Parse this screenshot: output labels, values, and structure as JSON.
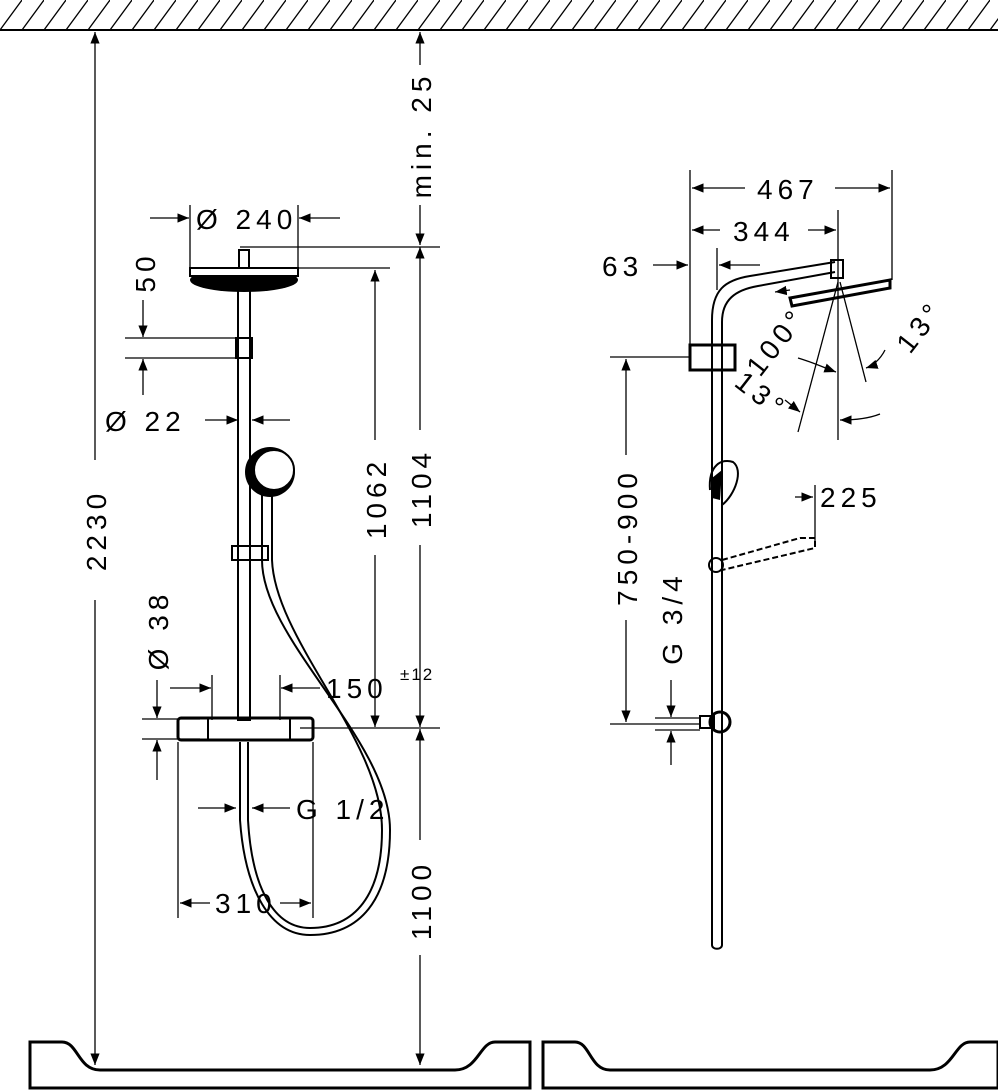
{
  "title": "Shower system dimension drawing",
  "colors": {
    "line": "#000000",
    "background": "#ffffff"
  },
  "front_view": {
    "min_ceiling": "min. 25",
    "head_diameter": "Ø 240",
    "head_height": "50",
    "rod_diameter": "Ø 22",
    "total_height": "2230",
    "head_to_mixer": "1062",
    "top_to_mixer": "1104",
    "mixer_diameter": "Ø 38",
    "center_offset": "150",
    "tolerance": "±12",
    "outlet_thread": "G 1/2",
    "mixer_width": "310",
    "mixer_height": "1100"
  },
  "side_view": {
    "overall_reach": "467",
    "arm_reach": "344",
    "wall_offset": "63",
    "tilt_angle": "100°",
    "angle_left": "13°",
    "angle_right": "13°",
    "handshower_reach": "225",
    "bracket_range": "750-900",
    "inlet_thread": "G 3/4"
  }
}
